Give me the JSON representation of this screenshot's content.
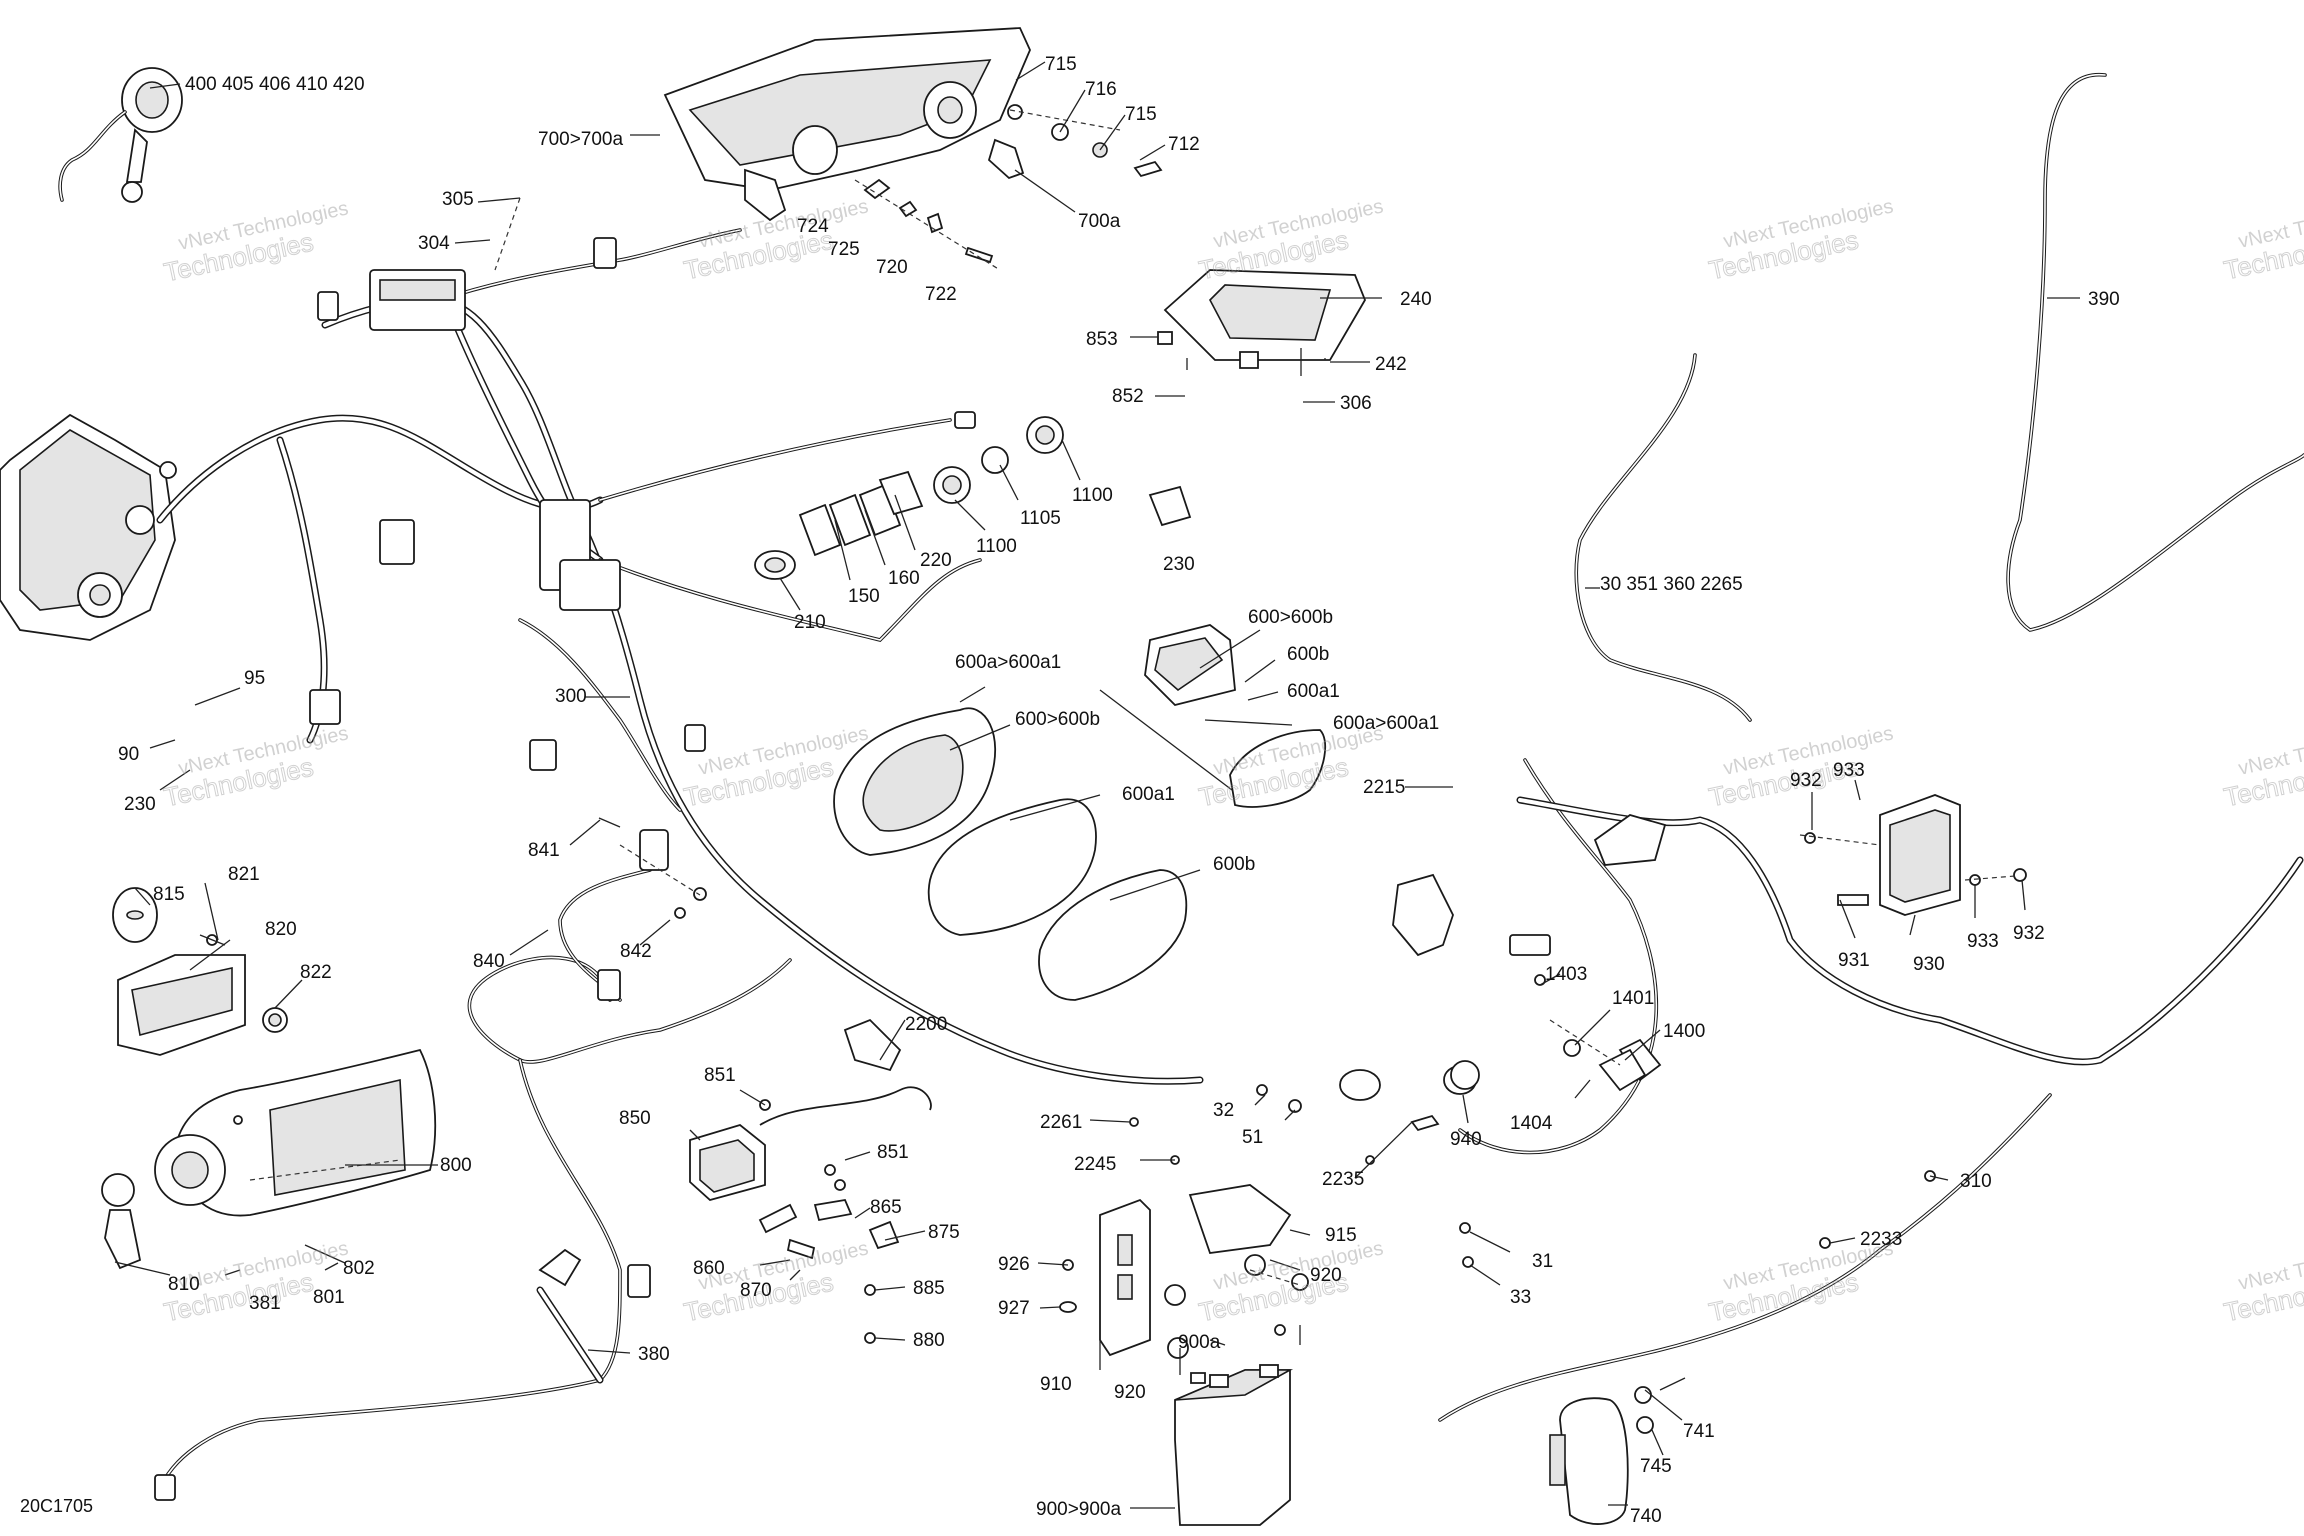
{
  "watermark": {
    "line1": "vNext Technologies",
    "line2": "Technologies"
  },
  "figure_id": "20C1705",
  "callouts": [
    {
      "id": "c-400",
      "text": "400 405 406 410 420"
    },
    {
      "id": "c-700-700a-top",
      "text": "700>700a"
    },
    {
      "id": "c-715-a",
      "text": "715"
    },
    {
      "id": "c-716",
      "text": "716"
    },
    {
      "id": "c-715-b",
      "text": "715"
    },
    {
      "id": "c-712",
      "text": "712"
    },
    {
      "id": "c-700a",
      "text": "700a"
    },
    {
      "id": "c-724",
      "text": "724"
    },
    {
      "id": "c-725",
      "text": "725"
    },
    {
      "id": "c-720",
      "text": "720"
    },
    {
      "id": "c-722",
      "text": "722"
    },
    {
      "id": "c-305",
      "text": "305"
    },
    {
      "id": "c-304",
      "text": "304"
    },
    {
      "id": "c-240",
      "text": "240"
    },
    {
      "id": "c-853",
      "text": "853"
    },
    {
      "id": "c-242",
      "text": "242"
    },
    {
      "id": "c-852",
      "text": "852"
    },
    {
      "id": "c-306",
      "text": "306"
    },
    {
      "id": "c-390",
      "text": "390"
    },
    {
      "id": "c-1100-a",
      "text": "1100"
    },
    {
      "id": "c-1105",
      "text": "1105"
    },
    {
      "id": "c-1100-b",
      "text": "1100"
    },
    {
      "id": "c-220",
      "text": "220"
    },
    {
      "id": "c-160",
      "text": "160"
    },
    {
      "id": "c-150",
      "text": "150"
    },
    {
      "id": "c-210",
      "text": "210"
    },
    {
      "id": "c-230-top",
      "text": "230"
    },
    {
      "id": "c-30",
      "text": "30 351 360 2265"
    },
    {
      "id": "c-600-600b-a",
      "text": "600>600b"
    },
    {
      "id": "c-600b-a",
      "text": "600b"
    },
    {
      "id": "c-600a1-a",
      "text": "600a1"
    },
    {
      "id": "c-600a-600a1-a",
      "text": "600a>600a1"
    },
    {
      "id": "c-600a-600a1-b",
      "text": "600a>600a1"
    },
    {
      "id": "c-600-600b-b",
      "text": "600>600b"
    },
    {
      "id": "c-600a1-b",
      "text": "600a1"
    },
    {
      "id": "c-600b-b",
      "text": "600b"
    },
    {
      "id": "c-95",
      "text": "95"
    },
    {
      "id": "c-90",
      "text": "90"
    },
    {
      "id": "c-230-left",
      "text": "230"
    },
    {
      "id": "c-300",
      "text": "300"
    },
    {
      "id": "c-2215",
      "text": "2215"
    },
    {
      "id": "c-932-a",
      "text": "932"
    },
    {
      "id": "c-933-a",
      "text": "933"
    },
    {
      "id": "c-931",
      "text": "931"
    },
    {
      "id": "c-930",
      "text": "930"
    },
    {
      "id": "c-933-b",
      "text": "933"
    },
    {
      "id": "c-932-b",
      "text": "932"
    },
    {
      "id": "c-841",
      "text": "841"
    },
    {
      "id": "c-840",
      "text": "840"
    },
    {
      "id": "c-842",
      "text": "842"
    },
    {
      "id": "c-815",
      "text": "815"
    },
    {
      "id": "c-821",
      "text": "821"
    },
    {
      "id": "c-820",
      "text": "820"
    },
    {
      "id": "c-822",
      "text": "822"
    },
    {
      "id": "c-800",
      "text": "800"
    },
    {
      "id": "c-810",
      "text": "810"
    },
    {
      "id": "c-381",
      "text": "381"
    },
    {
      "id": "c-801",
      "text": "801"
    },
    {
      "id": "c-802",
      "text": "802"
    },
    {
      "id": "c-380",
      "text": "380"
    },
    {
      "id": "c-2200",
      "text": "2200"
    },
    {
      "id": "c-851-a",
      "text": "851"
    },
    {
      "id": "c-850",
      "text": "850"
    },
    {
      "id": "c-851-b",
      "text": "851"
    },
    {
      "id": "c-865",
      "text": "865"
    },
    {
      "id": "c-875",
      "text": "875"
    },
    {
      "id": "c-860",
      "text": "860"
    },
    {
      "id": "c-870",
      "text": "870"
    },
    {
      "id": "c-885",
      "text": "885"
    },
    {
      "id": "c-880",
      "text": "880"
    },
    {
      "id": "c-1403",
      "text": "1403"
    },
    {
      "id": "c-1401",
      "text": "1401"
    },
    {
      "id": "c-1400",
      "text": "1400"
    },
    {
      "id": "c-1404",
      "text": "1404"
    },
    {
      "id": "c-940",
      "text": "940"
    },
    {
      "id": "c-32",
      "text": "32"
    },
    {
      "id": "c-51",
      "text": "51"
    },
    {
      "id": "c-2261",
      "text": "2261"
    },
    {
      "id": "c-2245",
      "text": "2245"
    },
    {
      "id": "c-2235",
      "text": "2235"
    },
    {
      "id": "c-915",
      "text": "915"
    },
    {
      "id": "c-920-a",
      "text": "920"
    },
    {
      "id": "c-31",
      "text": "31"
    },
    {
      "id": "c-33",
      "text": "33"
    },
    {
      "id": "c-310",
      "text": "310"
    },
    {
      "id": "c-2233",
      "text": "2233"
    },
    {
      "id": "c-926",
      "text": "926"
    },
    {
      "id": "c-927",
      "text": "927"
    },
    {
      "id": "c-910",
      "text": "910"
    },
    {
      "id": "c-920-b",
      "text": "920"
    },
    {
      "id": "c-900a",
      "text": "900a"
    },
    {
      "id": "c-900-900a",
      "text": "900>900a"
    },
    {
      "id": "c-741",
      "text": "741"
    },
    {
      "id": "c-745",
      "text": "745"
    },
    {
      "id": "c-740",
      "text": "740"
    }
  ]
}
